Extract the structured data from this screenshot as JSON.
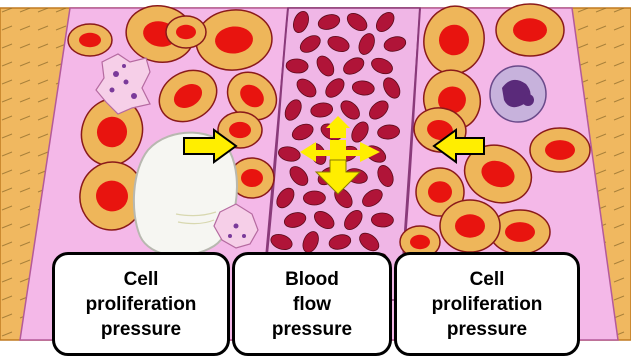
{
  "labels": {
    "left": "Cell\nproliferation\npressure",
    "center": "Blood\nflow\npressure",
    "right": "Cell\nproliferation\npressure"
  },
  "colors": {
    "tissue_background": "#f4b8e8",
    "outer_wall": "#f0b860",
    "cell_body": "#eeb65a",
    "cell_outline": "#8a1a1a",
    "nucleus": "#e8140f",
    "red_blood_cell": "#b01438",
    "blood_vessel_lumen": "#f0b6e6",
    "arrow_fill": "#ffee00",
    "arrow_outline": "#000000",
    "label_border": "#000000",
    "label_fill": "#ffffff"
  },
  "icons": {
    "left_arrow": "arrow-right-icon",
    "right_arrow": "arrow-left-icon",
    "center_arrows": "four-way-arrows-icon"
  }
}
